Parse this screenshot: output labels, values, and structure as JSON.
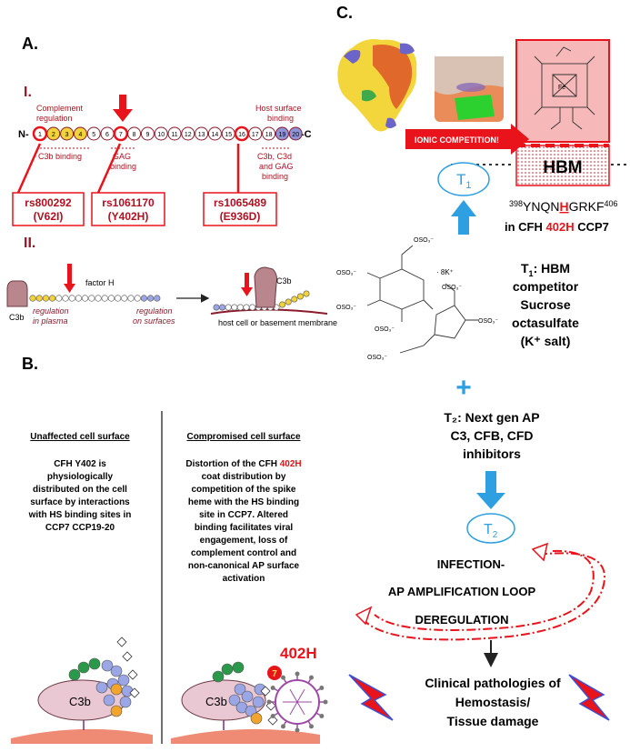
{
  "panel_a": {
    "label": "A.",
    "sub_i": "I.",
    "sub_ii": "II.",
    "n_term": "N-",
    "c_term": "-C",
    "ccp_numbers": [
      "1",
      "2",
      "3",
      "4",
      "5",
      "6",
      "7",
      "8",
      "9",
      "10",
      "11",
      "12",
      "13",
      "14",
      "15",
      "16",
      "17",
      "18",
      "19",
      "20"
    ],
    "complement_regulation": [
      "Complement",
      "regulation"
    ],
    "c3b_binding": "C3b binding",
    "gag_binding": [
      "GAG",
      "binding"
    ],
    "host_surface": [
      "Host surface",
      "binding"
    ],
    "c3b_c3d_gag": [
      "C3b, C3d",
      "and GAG",
      "binding"
    ],
    "snps": [
      {
        "id": "rs800292",
        "aa": "(V62I)"
      },
      {
        "id": "rs1061170",
        "aa": "(Y402H)"
      },
      {
        "id": "rs1065489",
        "aa": "(E936D)"
      }
    ],
    "factor_h": "factor H",
    "c3b": "C3b",
    "reg_plasma": [
      "regulation",
      "in plasma"
    ],
    "reg_surfaces": [
      "regulation",
      "on surfaces"
    ],
    "host_cell": "host cell or basement membrane"
  },
  "panel_b": {
    "label": "B.",
    "left_title": "Unaffected cell surface",
    "left_text": [
      "CFH Y402 is",
      "physiologically",
      "distributed on the cell",
      "surface by interactions",
      "with HS binding sites in",
      "CCP7  CCP19-20"
    ],
    "right_title": "Compromised cell surface",
    "right_text_l1a": "Distortion of the CFH ",
    "right_text_l1b": "402H",
    "right_text": [
      "coat distribution by",
      "competition of the spike",
      "heme with the HS binding",
      "site in CCP7. Altered",
      "binding facilitates viral",
      "engagement, loss of",
      "complement control and",
      "non-canonical AP surface",
      "activation"
    ],
    "c3b": "C3b",
    "label_402h": "402H",
    "ccp7": "7"
  },
  "panel_c": {
    "label": "C.",
    "ionic": "IONIC COMPETITION!",
    "hbm": "HBM",
    "seq_start": "398",
    "seq_a": "YNQN",
    "seq_h": "H",
    "seq_b": "GRKF",
    "seq_end": "406",
    "in_cfh": "in CFH ",
    "h402": "402H",
    "ccp7": " CCP7",
    "t1": "T",
    "t1_sub": "1",
    "t1_desc": [
      "HBM",
      "competitor",
      "Sucrose",
      "octasulfate",
      "(K⁺ salt)"
    ],
    "t1_head": ": HBM",
    "plus": "+",
    "t2_desc": [
      "T₂: Next gen AP",
      "C3, CFB, CFD",
      "inhibitors"
    ],
    "t2": "T",
    "t2_sub": "2",
    "loop": [
      "INFECTION-",
      "AP AMPLIFICATION LOOP",
      "DEREGULATION"
    ],
    "clinical": [
      "Clinical pathologies of",
      "Hemostasis/",
      "Tissue damage"
    ],
    "so3": "OSO₃⁻",
    "k8": "· 8K⁺",
    "fe": "Fe"
  },
  "colors": {
    "red": "#e8131b",
    "blue": "#2e9fe0",
    "maroon": "#8b1a2b",
    "yellow": "#f2d33a",
    "lavender": "#9aa6e6"
  }
}
